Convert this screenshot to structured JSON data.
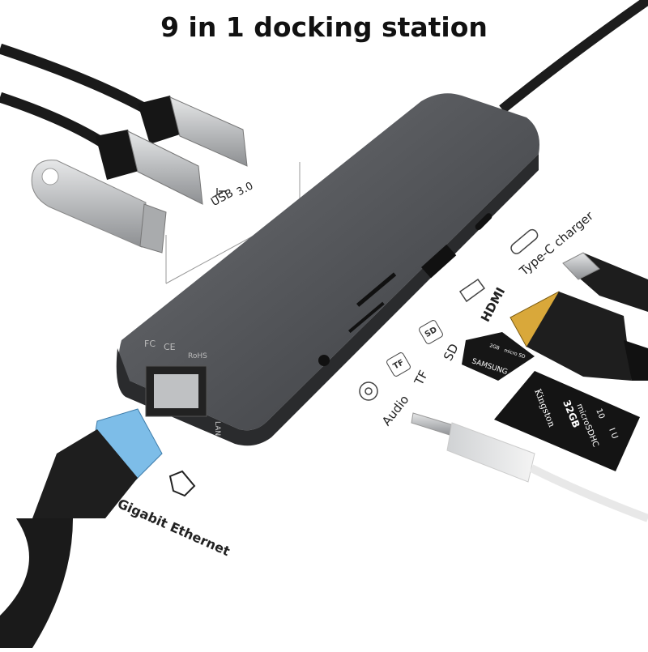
{
  "title": "9 in 1 docking station",
  "hub": {
    "marks": {
      "fc": "FC",
      "ce": "CE",
      "rohs": "RoHS"
    },
    "port_lan": "LAN"
  },
  "ports": {
    "usb": {
      "label": "USB",
      "version": "3.0"
    },
    "typec": {
      "label": "Type-C charger"
    },
    "hdmi": {
      "label": "HDMI"
    },
    "sd": {
      "label": "SD",
      "badge": "SD"
    },
    "tf": {
      "label": "TF",
      "badge": "TF"
    },
    "audio": {
      "label": "Audio"
    },
    "ethernet": {
      "label": "Gigabit Ethernet"
    }
  },
  "cards": {
    "microsd": {
      "brand": "SAMSUNG",
      "size": "2GB",
      "type": "micro SD"
    },
    "sdcard": {
      "brand": "Kingston",
      "size": "32GB",
      "type": "microSDHC",
      "class": "10",
      "uhs": "I U"
    }
  },
  "colors": {
    "hub": "#5a5c60",
    "hub_dark": "#2b2c2e",
    "cable": "#1a1a1a",
    "metal": "#c9cbcd",
    "gold": "#d9a83a",
    "rj45": "#4ea8e0"
  }
}
